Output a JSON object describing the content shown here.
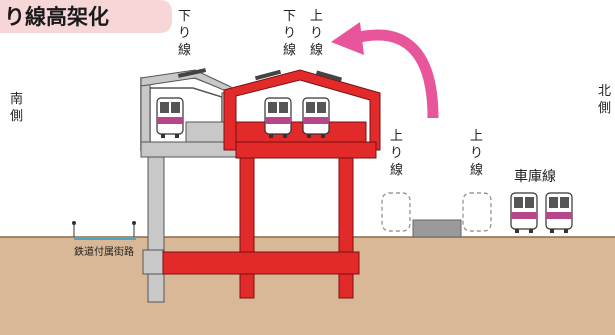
{
  "title": "り線高架化",
  "labels": {
    "down_line": [
      "下",
      "り",
      "線"
    ],
    "up_line": [
      "上",
      "り",
      "線"
    ],
    "south": [
      "南",
      "側"
    ],
    "north": [
      "北",
      "側"
    ],
    "depot_line": "車庫線",
    "frontage_road": "鉄道付属街路"
  },
  "colors": {
    "title_bg": "#f7d6d8",
    "new_structure": "#e32a2a",
    "existing_structure": "#c8c8c8",
    "arrow": "#e8559a",
    "ground": "#d8b896",
    "ground_line": "#8c6a48",
    "train_body": "#ffffff",
    "train_stripe": "#b5478a",
    "frontage_road": "#4aa8c0"
  }
}
